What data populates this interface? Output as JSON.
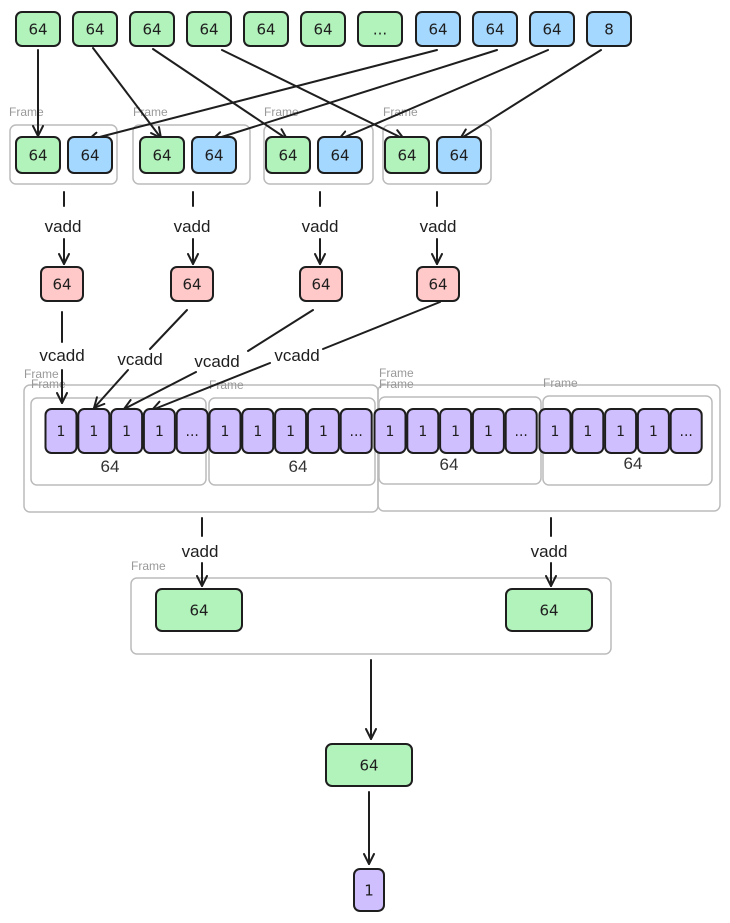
{
  "frame_label": "Frame",
  "op_vadd": "vadd",
  "op_vcadd": "vcadd",
  "colors": {
    "green": "#b2f2bb",
    "blue": "#a5d8ff",
    "red": "#ffc9c9",
    "purple": "#d0bfff",
    "stroke": "#1e1e1e",
    "frame": "#bbbbbb"
  },
  "top_row": [
    "64",
    "64",
    "64",
    "64",
    "64",
    "64",
    "...",
    "64",
    "64",
    "64",
    "8"
  ],
  "pair_row": [
    "64",
    "64",
    "64",
    "64",
    "64",
    "64",
    "64",
    "64"
  ],
  "vadd_results": [
    "64",
    "64",
    "64",
    "64"
  ],
  "ones_group": [
    "1",
    "1",
    "1",
    "1",
    "..."
  ],
  "group_labels": [
    "64",
    "64",
    "64",
    "64"
  ],
  "partial_sums": [
    "64",
    "64"
  ],
  "final_sum": "64",
  "final_result": "1"
}
